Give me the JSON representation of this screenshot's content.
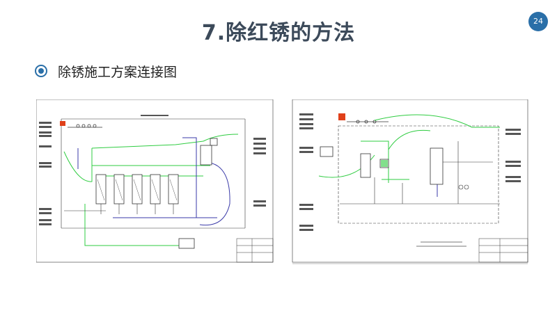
{
  "title": "7.除红锈的方法",
  "page_number": "24",
  "bullet": {
    "text": "除锈施工方案连接图",
    "icon": "radio-bullet-icon",
    "color": "#2a6fa8"
  },
  "drawings": [
    {
      "name": "piping-diagram-left"
    },
    {
      "name": "piping-diagram-right"
    }
  ],
  "colors": {
    "title": "#3c4a5a",
    "accent": "#2a6fa8",
    "pipe_green": "#2ecc40",
    "pipe_blue": "#3a3aa8",
    "alarm_red": "#e0401a"
  }
}
